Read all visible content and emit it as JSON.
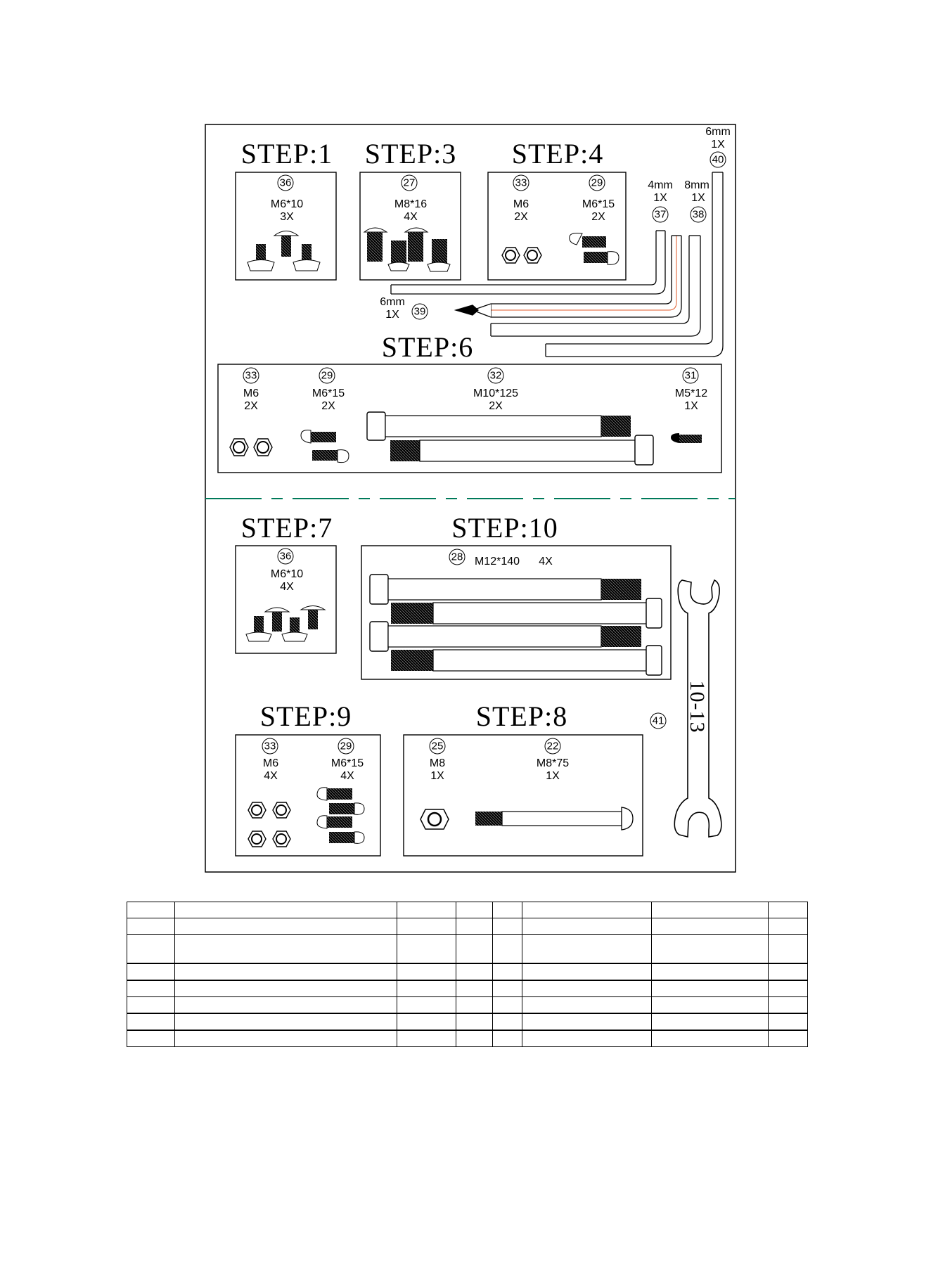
{
  "page": {
    "steps": {
      "step1": "STEP:1",
      "step3": "STEP:3",
      "step4": "STEP:4",
      "step6": "STEP:6",
      "step7": "STEP:7",
      "step8": "STEP:8",
      "step9": "STEP:9",
      "step10": "STEP:10"
    },
    "parts": {
      "p36": "36",
      "p27": "27",
      "p33": "33",
      "p29": "29",
      "p37": "37",
      "p38": "38",
      "p40": "40",
      "p39": "39",
      "p32": "32",
      "p31": "31",
      "p28": "28",
      "p25": "25",
      "p22": "22",
      "p41": "41"
    },
    "labels": {
      "s1_spec": "M6*10",
      "s1_qty": "3X",
      "s3_spec": "M8*16",
      "s3_qty": "4X",
      "s4_nut_spec": "M6",
      "s4_nut_qty": "2X",
      "s4_bolt_spec": "M6*15",
      "s4_bolt_qty": "2X",
      "key37_size": "4mm",
      "key37_qty": "1X",
      "key38_size": "8mm",
      "key38_qty": "1X",
      "key40_size": "6mm",
      "key40_qty": "1X",
      "key39_size": "6mm",
      "key39_qty": "1X",
      "s6_nut_spec": "M6",
      "s6_nut_qty": "2X",
      "s6_bolt_spec": "M6*15",
      "s6_bolt_qty": "2X",
      "s6_long_spec": "M10*125",
      "s6_long_qty": "2X",
      "s6_small_spec": "M5*12",
      "s6_small_qty": "1X",
      "s7_spec": "M6*10",
      "s7_qty": "4X",
      "s10_spec": "M12*140",
      "s10_qty": "4X",
      "s9_nut_spec": "M6",
      "s9_nut_qty": "4X",
      "s9_bolt_spec": "M6*15",
      "s9_bolt_qty": "4X",
      "s8_nut_spec": "M8",
      "s8_nut_qty": "1X",
      "s8_bolt_spec": "M8*75",
      "s8_bolt_qty": "1X",
      "wrench_size": "10-13"
    },
    "colors": {
      "divider": "#007a5a",
      "allen_key_accent": "#e05a2a"
    },
    "table": {
      "rows": 8,
      "cols": 8,
      "note": "empty grid (no text visible)"
    }
  }
}
